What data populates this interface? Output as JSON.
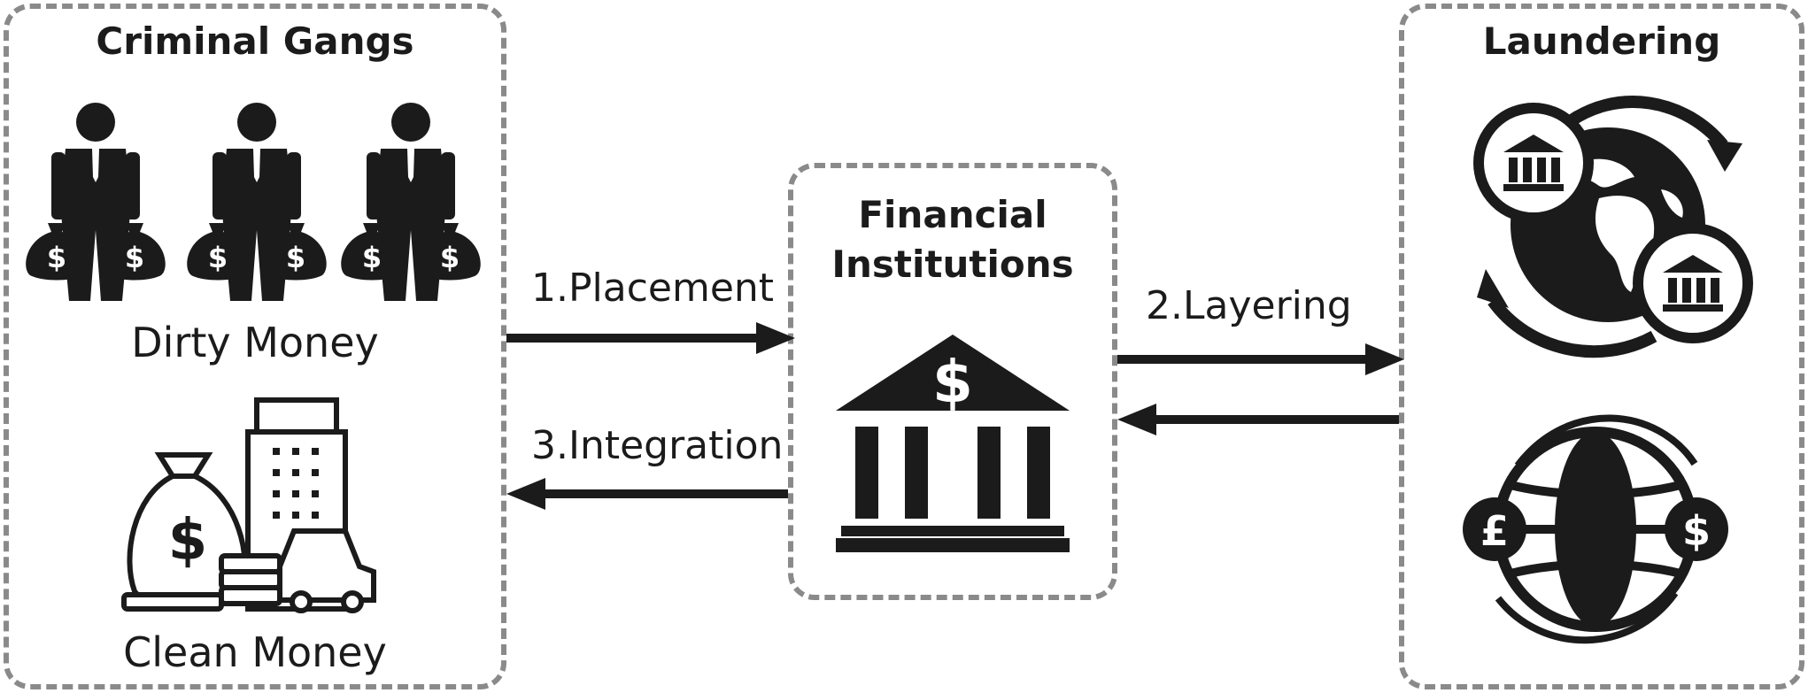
{
  "diagram": {
    "criminal_gangs": {
      "title": "Criminal Gangs",
      "dirty_label": "Dirty Money",
      "clean_label": "Clean Money",
      "gangster_count": 3
    },
    "financial": {
      "title_line1": "Financial",
      "title_line2": "Institutions"
    },
    "laundering": {
      "title": "Laundering"
    },
    "steps": {
      "placement": "1.Placement",
      "layering": "2.Layering",
      "integration": "3.Integration"
    },
    "icon_glyphs": {
      "dollar": "$",
      "pound": "£"
    },
    "colors": {
      "ink": "#1b1b1b",
      "border": "#8a8a8a",
      "background": "#ffffff"
    }
  }
}
